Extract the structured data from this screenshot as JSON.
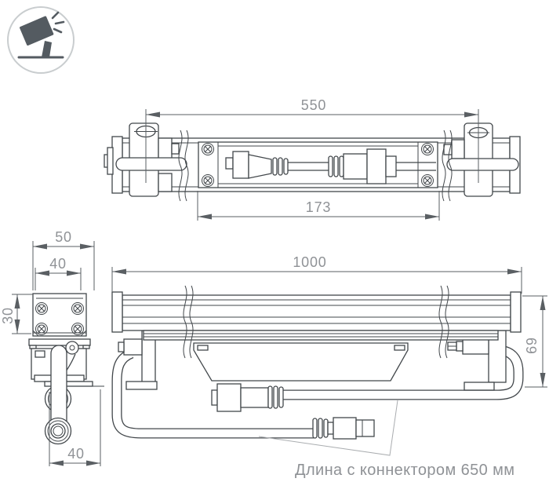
{
  "icon": {
    "name": "tilted-floodlight"
  },
  "colors": {
    "background": "#ffffff",
    "line": "#42474b",
    "dimension_text": "#8f9296",
    "icon_glyph": "#545b61",
    "icon_ring": "#c9cdcf",
    "leader_line": "#aaadb0"
  },
  "drawing": {
    "top_view": {
      "bracket_span_mm": "550",
      "compartment_length_mm": "173"
    },
    "front_view": {
      "total_length_mm": "1000",
      "height_mm": "69"
    },
    "side_view": {
      "outer_width_mm": "50",
      "inner_width_mm": "40",
      "profile_height_mm": "30",
      "depth_mm": "40"
    },
    "note": {
      "text": "Длина с коннектором 650 мм"
    }
  }
}
